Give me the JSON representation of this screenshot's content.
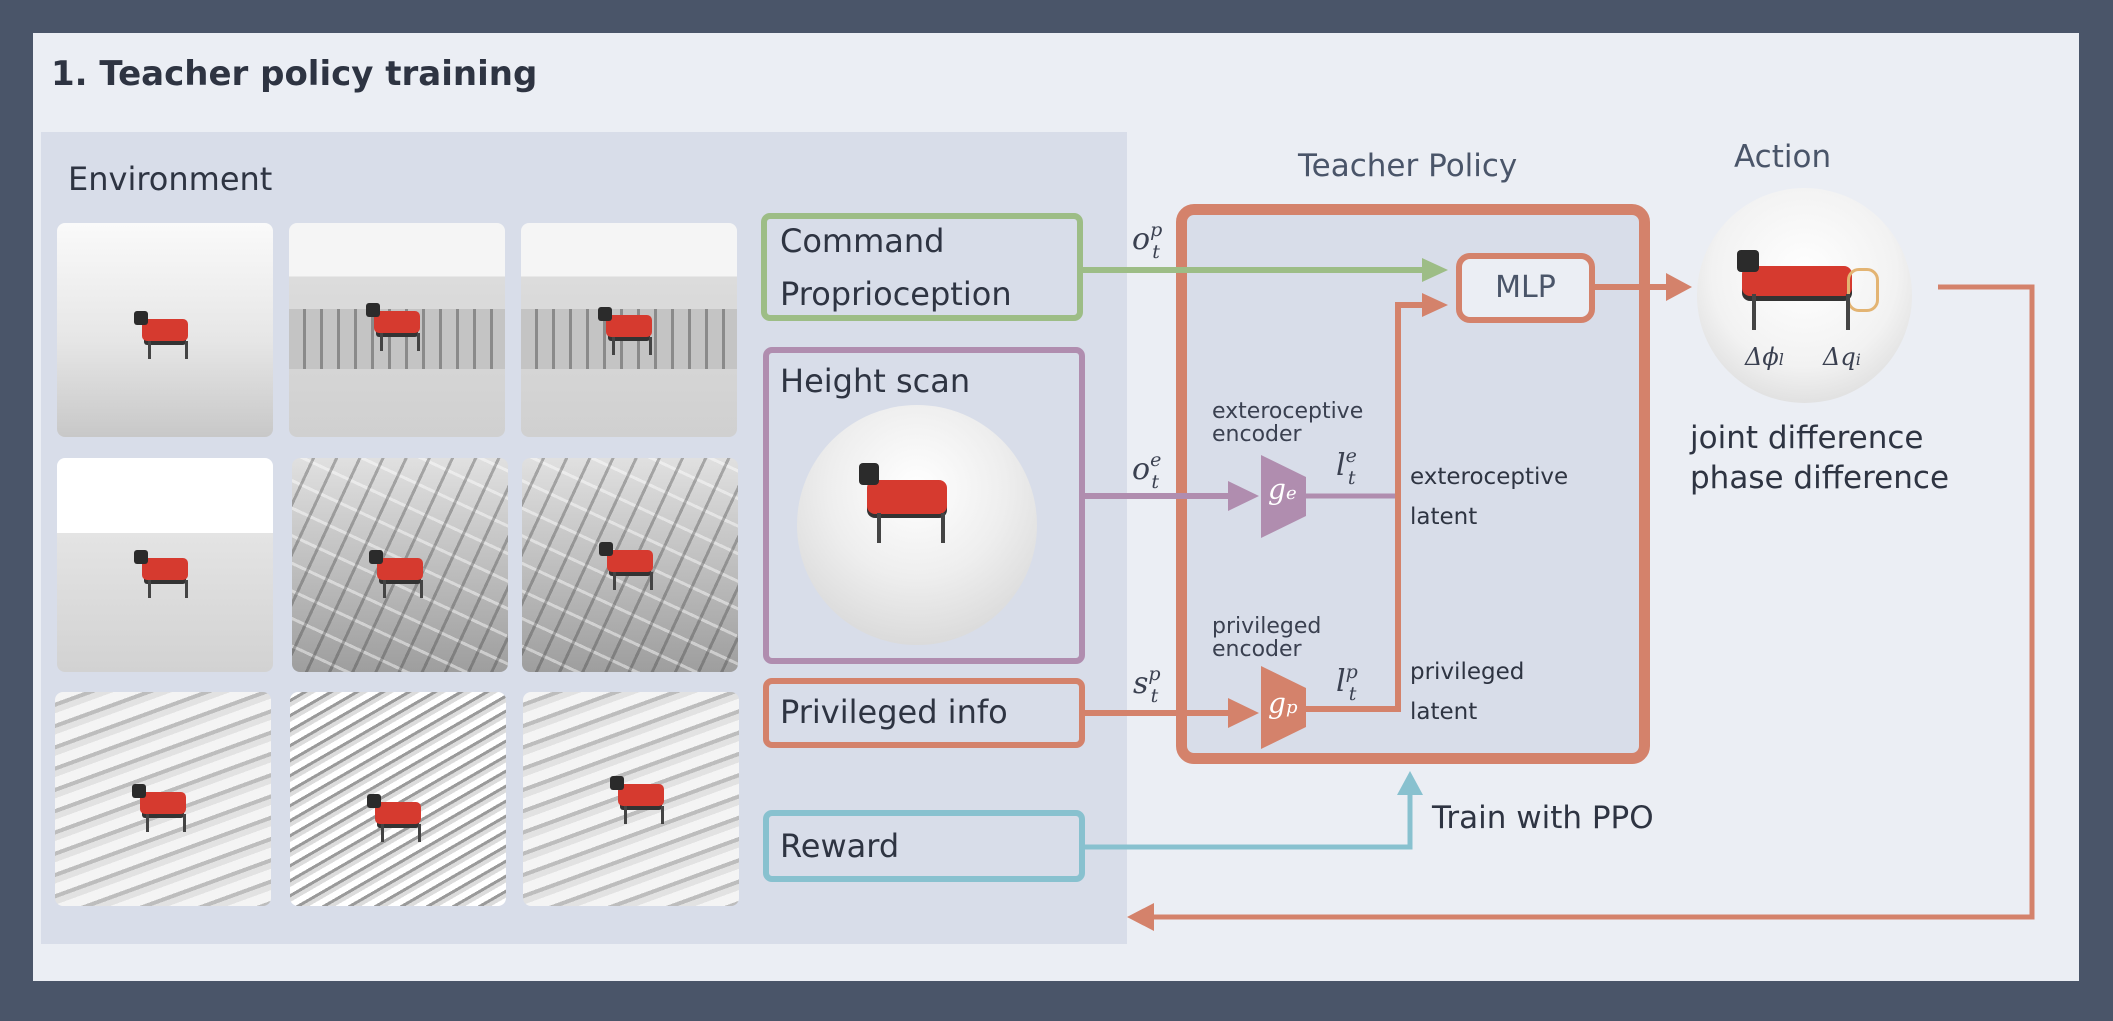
{
  "title": "1. Teacher policy training",
  "environment": {
    "label": "Environment",
    "thumbnails": [
      "rough-hills",
      "stepping-blocks",
      "gap-terrain",
      "flat-beams",
      "random-blocks",
      "block-field",
      "stairs-up",
      "stairs-steep",
      "stairs-side"
    ]
  },
  "inputs": {
    "command_label": "Command",
    "proprioception_label": "Proprioception",
    "height_scan_label": "Height scan",
    "privileged_label": "Privileged info",
    "reward_label": "Reward"
  },
  "symbols": {
    "o_p": "o",
    "o_p_sup": "p",
    "o_p_sub": "t",
    "o_e": "o",
    "o_e_sup": "e",
    "o_e_sub": "t",
    "s_p": "s",
    "s_p_sup": "p",
    "s_p_sub": "t",
    "g_e": "g",
    "g_e_sub": "e",
    "g_p": "g",
    "g_p_sub": "p",
    "l_e": "l",
    "l_e_sup": "e",
    "l_e_sub": "t",
    "l_p": "l",
    "l_p_sup": "p",
    "l_p_sub": "t"
  },
  "teacher": {
    "title": "Teacher Policy",
    "mlp_label": "MLP",
    "ext_encoder_line1": "exteroceptive",
    "ext_encoder_line2": "encoder",
    "priv_encoder_line1": "privileged",
    "priv_encoder_line2": "encoder",
    "ext_latent_line1": "exteroceptive",
    "ext_latent_line2": "latent",
    "priv_latent_line1": "privileged",
    "priv_latent_line2": "latent",
    "train_label": "Train with PPO"
  },
  "action": {
    "title": "Action",
    "delta_phi": "Δϕ",
    "delta_phi_sub": "l",
    "delta_q": "Δq",
    "delta_q_sub": "i",
    "line1": "joint difference",
    "line2": "phase difference"
  },
  "colors": {
    "frame": "#4a5569",
    "panel": "#ebeef4",
    "env_bg": "#d8dde9",
    "green": "#9dbd86",
    "purple": "#b08daf",
    "orange": "#d4826b",
    "teal": "#88c1cf"
  }
}
